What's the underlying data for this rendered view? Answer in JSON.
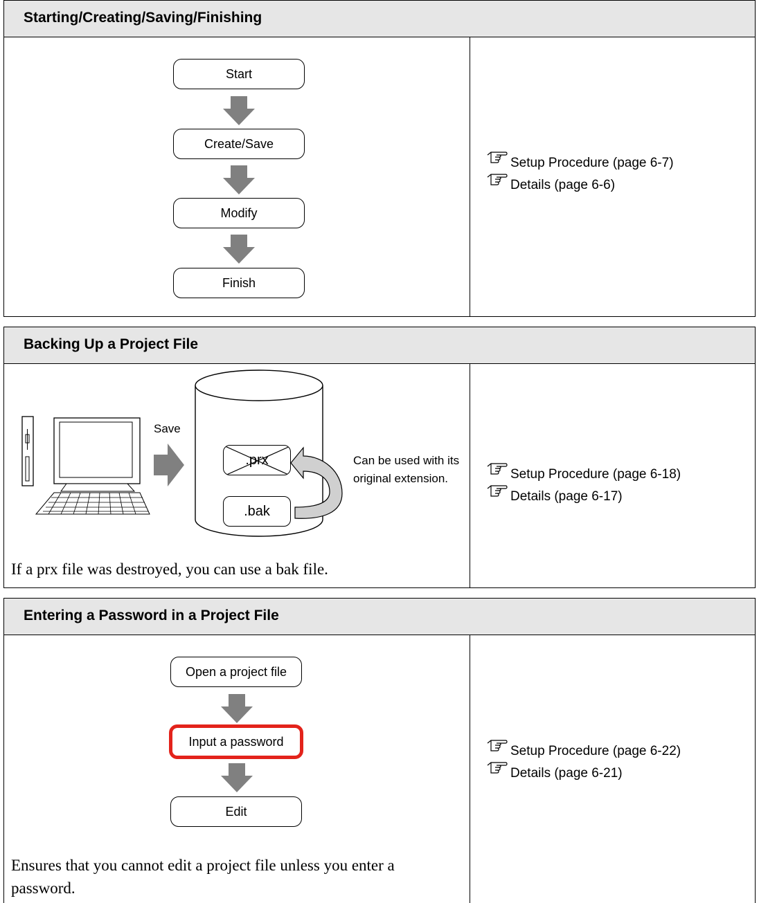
{
  "sections": [
    {
      "title": "Starting/Creating/Saving/Finishing",
      "steps": [
        "Start",
        "Create/Save",
        "Modify",
        "Finish"
      ],
      "links": [
        {
          "icon": "pointing-hand-icon",
          "text": "Setup Procedure (page 6-7)"
        },
        {
          "icon": "pointing-hand-icon",
          "text": "Details (page 6-6)"
        }
      ]
    },
    {
      "title": "Backing Up a Project File",
      "diagram": {
        "save_label": "Save",
        "prx_label": ".prx",
        "bak_label": ".bak",
        "note": "Can be used with its original extension."
      },
      "description": "If a prx file was destroyed, you can use a bak file.",
      "links": [
        {
          "icon": "pointing-hand-icon",
          "text": "Setup Procedure (page 6-18)"
        },
        {
          "icon": "pointing-hand-icon",
          "text": "Details (page 6-17)"
        }
      ]
    },
    {
      "title": "Entering a Password in a Project File",
      "steps": [
        "Open a project file",
        "Input a password",
        "Edit"
      ],
      "highlighted_step": "Input a password",
      "description": "Ensures that you cannot edit a project file unless you enter a password.",
      "links": [
        {
          "icon": "pointing-hand-icon",
          "text": "Setup Procedure (page 6-22)"
        },
        {
          "icon": "pointing-hand-icon",
          "text": "Details (page 6-21)"
        }
      ]
    }
  ],
  "colors": {
    "header_bg": "#e6e6e6",
    "arrow": "#808080",
    "highlight": "#e3231b"
  }
}
